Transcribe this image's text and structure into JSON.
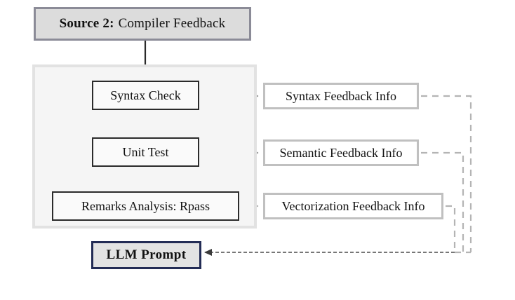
{
  "diagram": {
    "title_box": {
      "label_bold": "Source 2:",
      "label_rest": "Compiler Feedback"
    },
    "pipeline": {
      "steps": [
        {
          "label": "Syntax Check"
        },
        {
          "label": "Unit Test"
        },
        {
          "label": "Remarks Analysis: Rpass"
        }
      ]
    },
    "feedback": {
      "items": [
        {
          "label": "Syntax Feedback Info"
        },
        {
          "label": "Semantic Feedback Info"
        },
        {
          "label": "Vectorization Feedback Info"
        }
      ]
    },
    "output": {
      "label": "LLM  Prompt"
    },
    "colors": {
      "source_fill": "#dcdcdc",
      "source_border": "#8b8b97",
      "panel_fill": "#f5f5f5",
      "panel_border": "#e2e2e2",
      "proc_fill": "#fafafa",
      "proc_border": "#2b2b2b",
      "info_fill": "#ffffff",
      "info_border": "#c0c0c0",
      "llm_fill": "#e3e3e3",
      "llm_border": "#232c55",
      "arrow_solid": "#2b2b2b",
      "arrow_dashed": "#a8a8a8",
      "text": "#111111"
    },
    "edges": [
      {
        "from": "Source 2: Compiler Feedback",
        "to": "Syntax Check",
        "style": "solid"
      },
      {
        "from": "Syntax Check",
        "to": "Unit Test",
        "style": "solid"
      },
      {
        "from": "Unit Test",
        "to": "Remarks Analysis: Rpass",
        "style": "solid"
      },
      {
        "from": "Syntax Check",
        "to": "Syntax Feedback Info",
        "style": "dashed"
      },
      {
        "from": "Unit Test",
        "to": "Semantic Feedback Info",
        "style": "dashed"
      },
      {
        "from": "Remarks Analysis: Rpass",
        "to": "Vectorization Feedback Info",
        "style": "dashed"
      },
      {
        "from": "Syntax Feedback Info",
        "to": "LLM  Prompt",
        "style": "dashed"
      },
      {
        "from": "Semantic Feedback Info",
        "to": "LLM  Prompt",
        "style": "dashed"
      },
      {
        "from": "Vectorization Feedback Info",
        "to": "LLM  Prompt",
        "style": "dashed"
      }
    ]
  }
}
